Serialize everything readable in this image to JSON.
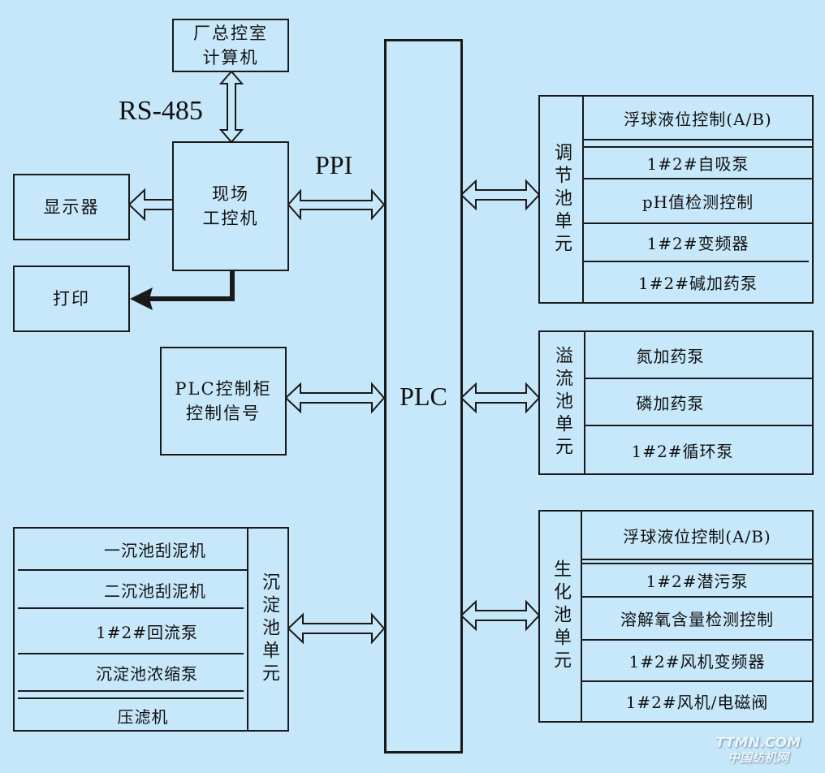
{
  "diagram": {
    "title": "PLC-based wastewater treatment control system block diagram",
    "colors": {
      "background": "#c5e7f9",
      "stroke": "#1a1a1a"
    },
    "central": {
      "label": "PLC"
    },
    "left_nodes": {
      "control_room": {
        "lines": [
          "厂总控室",
          "计算机"
        ]
      },
      "onsite_ipc": {
        "lines": [
          "现场",
          "工控机"
        ]
      },
      "display": {
        "label": "显示器"
      },
      "printer": {
        "label": "打印"
      },
      "plc_cabinet": {
        "lines": [
          "PLC控制柜",
          "控制信号"
        ]
      }
    },
    "link_labels": {
      "rs485": "RS-485",
      "ppi": "PPI"
    },
    "units": [
      {
        "id": "regulating-tank",
        "name": "调节池单元",
        "items": [
          "浮球液位控制(A/B)",
          "1#2#自吸泵",
          "pH值检测控制",
          "1#2#变频器",
          "1#2#碱加药泵"
        ]
      },
      {
        "id": "overflow-tank",
        "name": "溢流池单元",
        "items": [
          "氮加药泵",
          "磷加药泵",
          "1#2#循环泵"
        ]
      },
      {
        "id": "bio-tank",
        "name": "生化池单元",
        "items": [
          "浮球液位控制(A/B)",
          "1#2#潜污泵",
          "溶解氧含量检测控制",
          "1#2#风机变频器",
          "1#2#风机/电磁阀"
        ]
      },
      {
        "id": "sedimentation-tank",
        "name": "沉淀池单元",
        "items": [
          "一沉池刮泥机",
          "二沉池刮泥机",
          "1#2#回流泵",
          "沉淀池浓缩泵",
          "压滤机"
        ]
      }
    ],
    "connections": [
      {
        "from": "控制室计算机",
        "to": "现场工控机",
        "type": "bidirectional",
        "label": "RS-485"
      },
      {
        "from": "现场工控机",
        "to": "PLC",
        "type": "bidirectional",
        "label": "PPI"
      },
      {
        "from": "现场工控机",
        "to": "显示器",
        "type": "unidirectional"
      },
      {
        "from": "现场工控机",
        "to": "打印",
        "type": "unidirectional"
      },
      {
        "from": "PLC控制柜",
        "to": "PLC",
        "type": "bidirectional"
      },
      {
        "from": "PLC",
        "to": "调节池单元",
        "type": "bidirectional"
      },
      {
        "from": "PLC",
        "to": "溢流池单元",
        "type": "bidirectional"
      },
      {
        "from": "PLC",
        "to": "生化池单元",
        "type": "bidirectional"
      },
      {
        "from": "PLC",
        "to": "沉淀池单元",
        "type": "bidirectional"
      }
    ]
  },
  "watermark": {
    "line1": "TTMN.COM",
    "line2": "中国纺机网"
  }
}
